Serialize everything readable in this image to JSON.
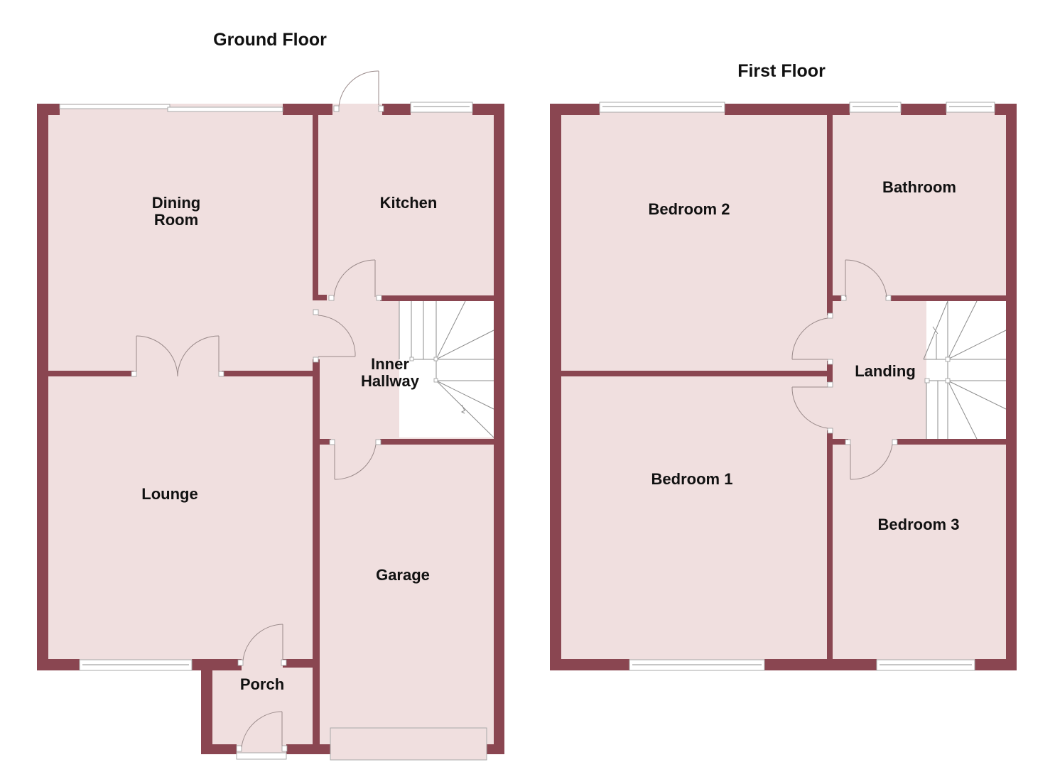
{
  "colors": {
    "wall": "#8a4651",
    "floor": "#f0dfdf",
    "text": "#111111",
    "background": "#ffffff"
  },
  "ground_floor": {
    "title": "Ground Floor",
    "rooms": {
      "dining_room": "Dining\nRoom",
      "kitchen": "Kitchen",
      "inner_hallway": "Inner\nHallway",
      "lounge": "Lounge",
      "garage": "Garage",
      "porch": "Porch"
    }
  },
  "first_floor": {
    "title": "First Floor",
    "rooms": {
      "bedroom_2": "Bedroom 2",
      "bathroom": "Bathroom",
      "landing": "Landing",
      "bedroom_1": "Bedroom 1",
      "bedroom_3": "Bedroom 3"
    }
  }
}
